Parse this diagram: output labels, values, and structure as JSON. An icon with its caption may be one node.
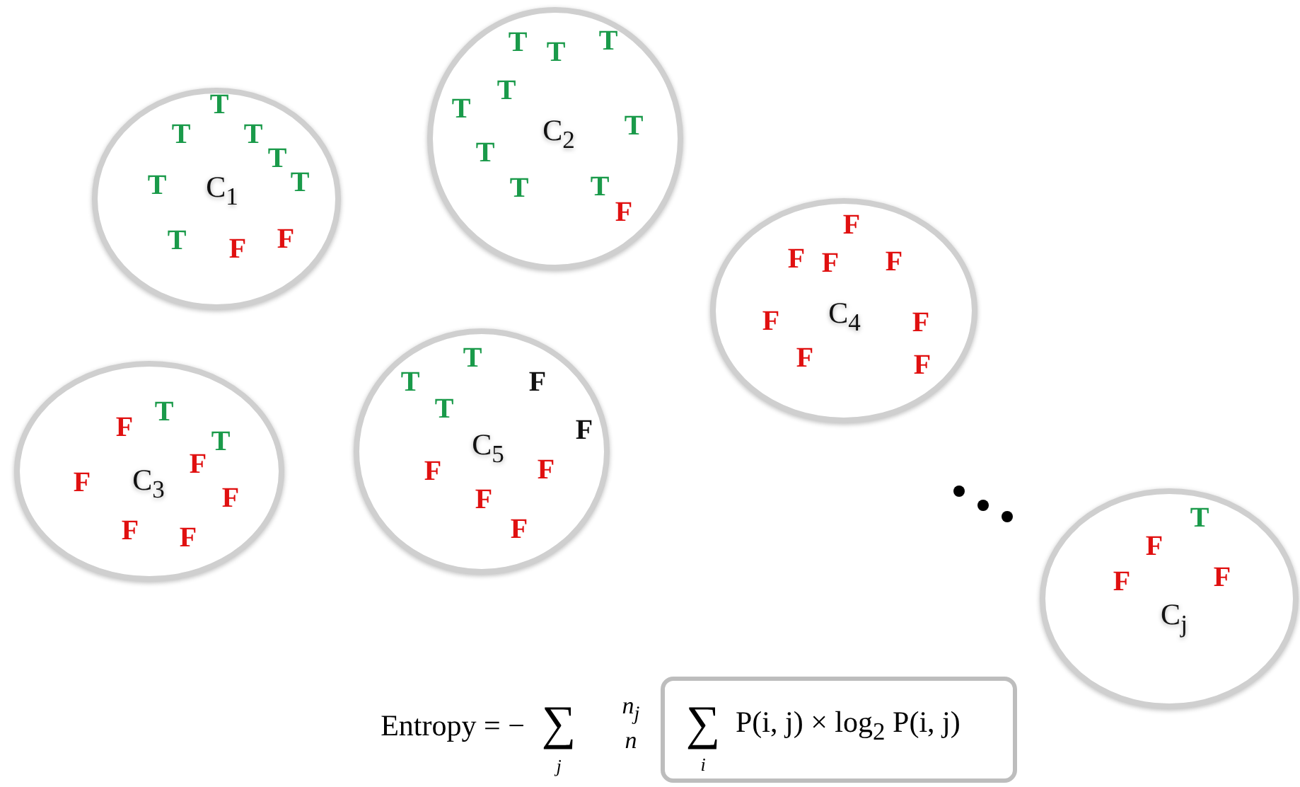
{
  "diagram": {
    "nodes": [
      {
        "text": [
          "T",
          "T",
          "T",
          "T",
          "T",
          "T",
          "C$_{1}$",
          "F",
          "T",
          "F"
        ]
      },
      {
        "text": [
          "T",
          "T",
          "T",
          "T",
          "T",
          "T",
          "C$_{2}$",
          "T",
          "T",
          "T",
          "F"
        ]
      },
      {
        "text": [
          "F",
          "F",
          "F",
          "F",
          "C$_{4}$",
          "F",
          "F",
          "F",
          "F"
        ]
      },
      {
        "text": [
          "T",
          "F",
          "T",
          "F",
          "F",
          "C$_{3}$",
          "F",
          "F",
          "F"
        ]
      },
      {
        "text": [
          "T",
          "F",
          "T",
          "T",
          "F",
          "C$_{5}$",
          "F",
          "F",
          "F",
          "F"
        ]
      },
      {
        "text": [
          "T",
          "F",
          "F",
          "F",
          "C$_{j}$"
        ]
      },
      {
        "text": [
          "∑",
          "i",
          "P(i, j) × log$_{2}$ P(i, j)"
        ]
      }
    ],
    "labels": [
      "Entropy = −",
      "∑",
      "j",
      "n$_{j}$",
      "n"
    ]
  }
}
